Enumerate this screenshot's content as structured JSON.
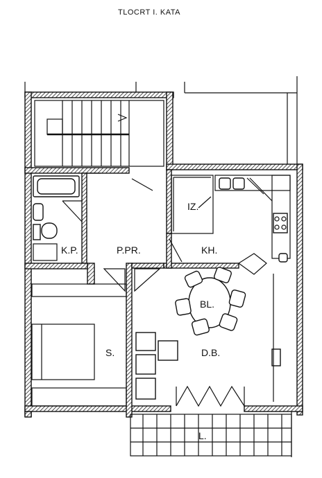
{
  "title": "TLOCRT  I. KATA",
  "rooms": {
    "kp": "K.P.",
    "ppr": "P.PR.",
    "iz": "IZ.",
    "kh": "KH.",
    "bl": "BL.",
    "s": "S.",
    "db": "D.B.",
    "l": "L."
  }
}
